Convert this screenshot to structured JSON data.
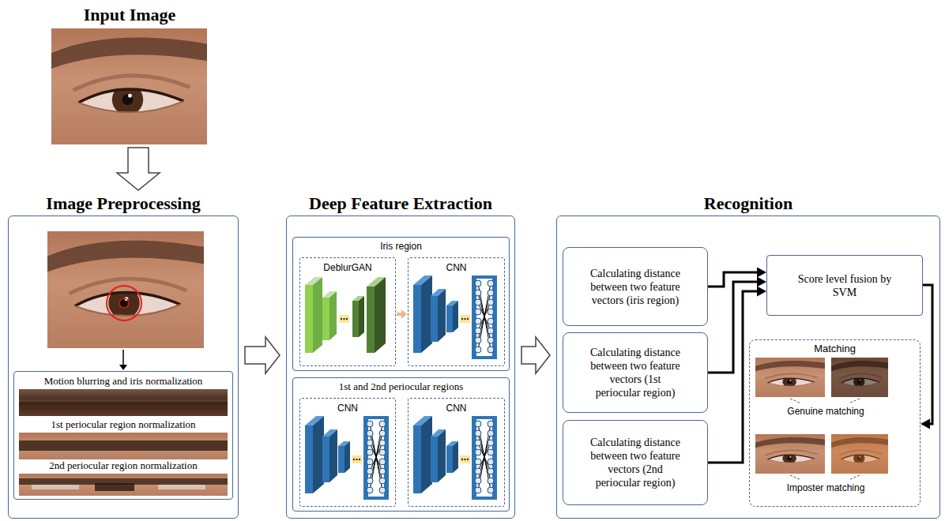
{
  "diagram": {
    "nodes": [
      {
        "text": [
          "Input Image"
        ]
      },
      {
        "text": [
          "Image Preprocessing"
        ]
      },
      {
        "text": [
          "Motion blurring and iris normalization",
          "1st periocular region normalization",
          "2nd periocular region normalization"
        ],
        "in": 1
      },
      {
        "text": [
          "Deep Feature Extraction"
        ]
      },
      {
        "text": [
          "Iris region"
        ],
        "in": 3
      },
      {
        "text": [
          "DeblurGAN"
        ],
        "in": 4
      },
      {
        "text": [
          "CNN"
        ],
        "in": 4
      },
      {
        "text": [
          "1st and 2nd periocular regions"
        ],
        "in": 3
      },
      {
        "text": [
          "CNN"
        ],
        "in": 7
      },
      {
        "text": [
          "CNN"
        ],
        "in": 7
      },
      {
        "text": [
          "Recognition"
        ]
      },
      {
        "text": [
          "Calculating distance between two feature vectors (iris region)"
        ],
        "in": 10
      },
      {
        "text": [
          "Calculating distance between two feature vectors (1st periocular region)"
        ],
        "in": 10
      },
      {
        "text": [
          "Calculating distance between two feature vectors (2nd periocular region)"
        ],
        "in": 10
      },
      {
        "text": [
          "Score level fusion by SVM"
        ],
        "in": 10
      },
      {
        "text": [
          "Matching"
        ],
        "in": 10
      }
    ],
    "edges": [
      {
        "from": 0,
        "to": 1,
        "arrow": "to"
      },
      {
        "from": 1,
        "to": 3,
        "arrow": "to"
      },
      {
        "from": 3,
        "to": 10,
        "arrow": "to"
      },
      {
        "from": 5,
        "to": 6,
        "arrow": "to"
      },
      {
        "from": 11,
        "to": 14,
        "arrow": "to"
      },
      {
        "from": 12,
        "to": 14,
        "arrow": "to"
      },
      {
        "from": 13,
        "to": 14,
        "arrow": "to"
      },
      {
        "from": 14,
        "to": 15,
        "arrow": "to"
      }
    ],
    "labels": [
      "Genuine matching",
      "Imposter matching"
    ]
  }
}
